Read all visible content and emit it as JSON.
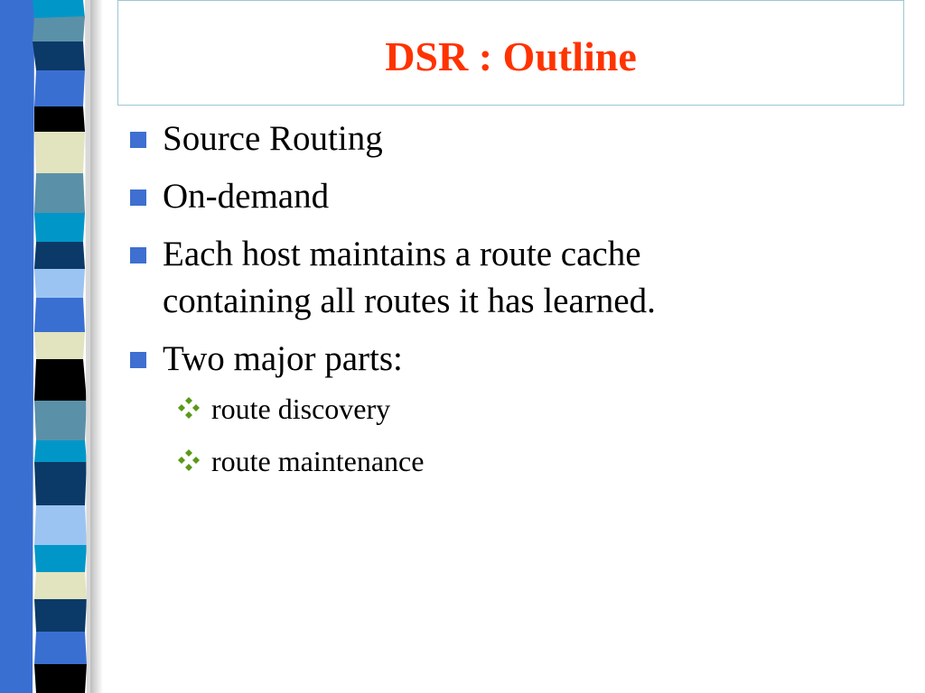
{
  "slide": {
    "title": "DSR : Outline",
    "title_color": "#ff3300",
    "bullet_color": "#3e6fd1",
    "sub_bullet_color": "#5a9a16",
    "bullets": [
      {
        "text": "Source Routing"
      },
      {
        "text": "On-demand"
      },
      {
        "text": "Each host maintains a route cache containing all routes it has learned."
      },
      {
        "text": "Two major parts:"
      }
    ],
    "sub_bullets": [
      {
        "text": "route discovery"
      },
      {
        "text": "route maintenance"
      }
    ]
  }
}
